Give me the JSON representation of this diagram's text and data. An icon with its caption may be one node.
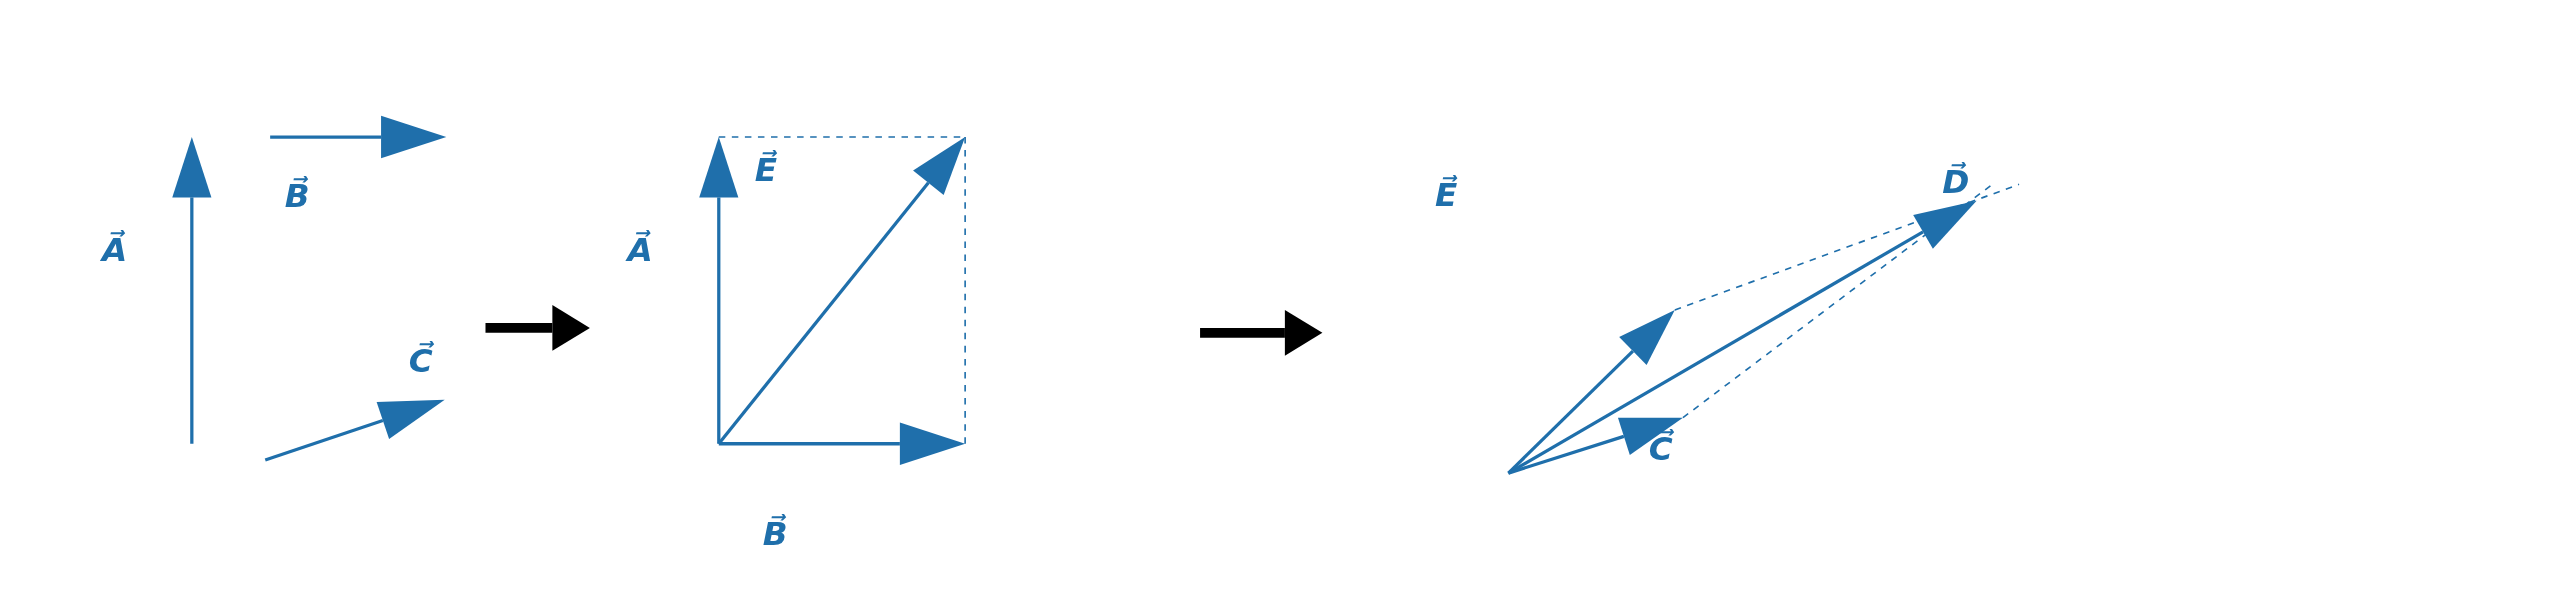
{
  "diagram": {
    "labels": [
      "A⃗",
      "B⃗",
      "C⃗",
      "A⃗",
      "E⃗",
      "B⃗",
      "E⃗",
      "D⃗",
      "C⃗"
    ]
  }
}
